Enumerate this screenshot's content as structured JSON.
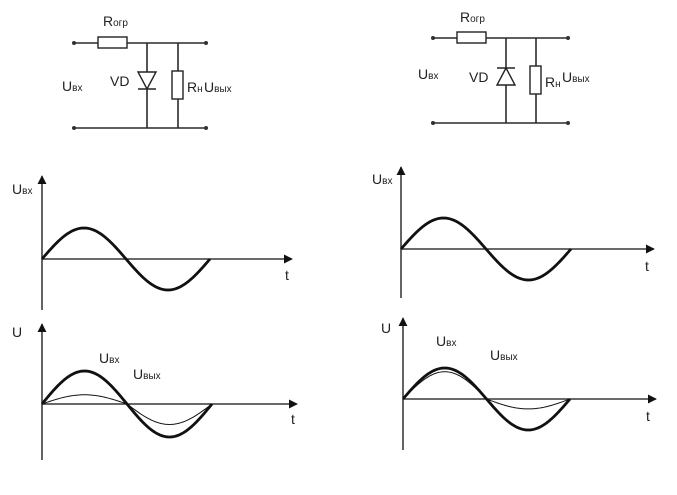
{
  "circuit_left": {
    "resistor_limit": {
      "main": "R",
      "sub": "огр"
    },
    "input_voltage": {
      "main": "U",
      "sub": "вх"
    },
    "diode": "VD",
    "load_resistor": {
      "main": "R",
      "sub": "н"
    },
    "output_voltage": {
      "main": "U",
      "sub": "вых"
    }
  },
  "circuit_right": {
    "resistor_limit": {
      "main": "R",
      "sub": "огр"
    },
    "input_voltage": {
      "main": "U",
      "sub": "вх"
    },
    "diode": "VD",
    "load_resistor": {
      "main": "R",
      "sub": "н"
    },
    "output_voltage": {
      "main": "U",
      "sub": "вых"
    }
  },
  "graph_top_left": {
    "y_axis": {
      "main": "U",
      "sub": "вх"
    },
    "x_axis": "t"
  },
  "graph_top_right": {
    "y_axis": {
      "main": "U",
      "sub": "вх"
    },
    "x_axis": "t"
  },
  "graph_bottom_left": {
    "y_axis": "U",
    "x_axis": "t",
    "curve_input": {
      "main": "U",
      "sub": "вх"
    },
    "curve_output": {
      "main": "U",
      "sub": "вых"
    }
  },
  "graph_bottom_right": {
    "y_axis": "U",
    "x_axis": "t",
    "curve_input": {
      "main": "U",
      "sub": "вх"
    },
    "curve_output": {
      "main": "U",
      "sub": "вых"
    }
  }
}
